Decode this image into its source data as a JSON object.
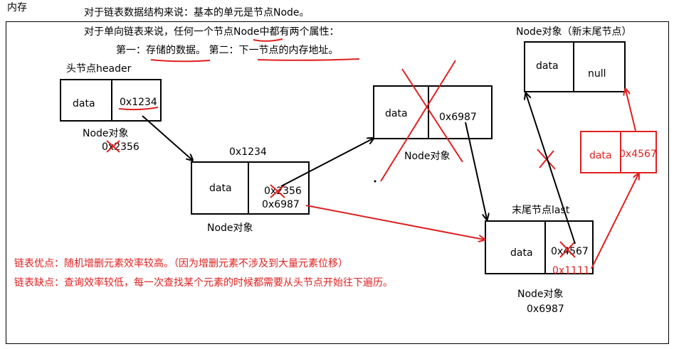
{
  "header": {
    "memory_label": "内存",
    "line1": "对于链表数据结构来说：基本的单元是节点Node。",
    "line2": "对于单向链表来说，任何一个节点Node中都有两个属性：",
    "line3": "第一：存储的数据。 第二：下一节点的内存地址。"
  },
  "nodes": {
    "head": {
      "caption": "头节点header",
      "data": "data",
      "next": "0x1234",
      "object_label": "Node对象",
      "address": "0x2356"
    },
    "second": {
      "address_label": "0x1234",
      "data": "data",
      "next_old": "0x2356",
      "next_new": "0x6987",
      "object_label": "Node对象"
    },
    "deleted": {
      "data": "data",
      "next": "0x6987",
      "object_label": "Node对象"
    },
    "last": {
      "caption": "末尾节点last",
      "data": "data",
      "next_old": "0x4567",
      "next_new": "0x1111",
      "object_label": "Node对象",
      "address": "0x6987"
    },
    "new_tail": {
      "caption": "Node对象（新末尾节点）",
      "data": "data",
      "next": "null"
    },
    "red_node": {
      "data": "data",
      "next": "0x4567"
    }
  },
  "notes": {
    "advantage": "链表优点：随机增删元素效率较高。（因为增删元素不涉及到大量元素位移）",
    "disadvantage": "链表缺点：查询效率较低，每一次查找某个元素的时候都需要从头节点开始往下遍历。"
  },
  "colors": {
    "accent_red": "#e02020",
    "ink": "#000000"
  }
}
